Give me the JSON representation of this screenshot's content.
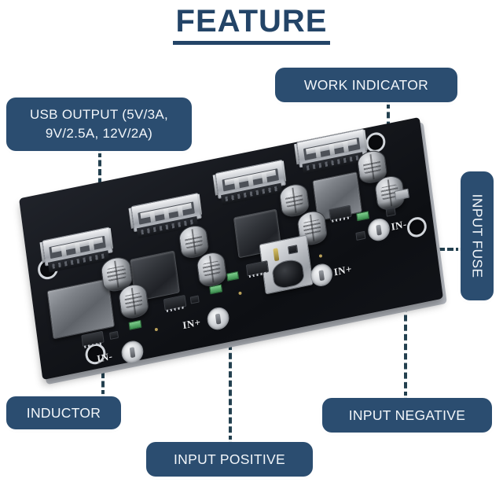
{
  "page": {
    "title": "FEATURE",
    "background_color": "#ffffff",
    "title_color": "#234467",
    "label_bg_color": "#2b4d70",
    "label_text_color": "#f2f6fa",
    "leader_line_color": "#23404f"
  },
  "callouts": [
    {
      "id": "usb-output",
      "label_line1": "USB OUTPUT (5V/3A,",
      "label_line2": "9V/2.5A, 12V/2A)",
      "position": "top-left",
      "points_to": "usb-a-port-1"
    },
    {
      "id": "work-indicator",
      "label": "WORK INDICATOR",
      "position": "top-right",
      "points_to": "indicator-led"
    },
    {
      "id": "input-fuse",
      "label": "INPUT FUSE",
      "position": "right-vertical",
      "points_to": "fuse-component"
    },
    {
      "id": "inductor",
      "label": "INDUCTOR",
      "position": "bottom-left",
      "points_to": "shielded-inductor"
    },
    {
      "id": "input-positive",
      "label": "INPUT POSITIVE",
      "position": "bottom-center",
      "points_to": "pad-in-plus"
    },
    {
      "id": "input-negative",
      "label": "INPUT NEGATIVE",
      "position": "bottom-right",
      "points_to": "pad-in-minus-right"
    }
  ],
  "board": {
    "name": "usb-charger-pcb",
    "color": "#12141a",
    "usb_port_count": 4,
    "silkscreen": {
      "in_positive_left": "IN+",
      "in_negative_left": "IN-",
      "in_positive_right": "IN+",
      "in_negative_right": "IN-"
    }
  }
}
